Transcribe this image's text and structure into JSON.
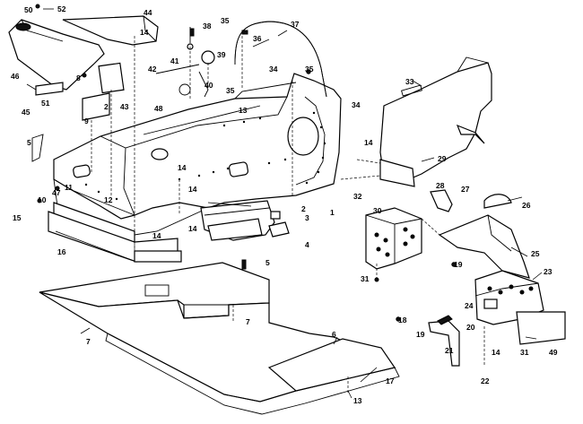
{
  "diagram": {
    "colors": {
      "line": "#000000",
      "background": "#ffffff"
    },
    "callouts": [
      {
        "id": "c50",
        "label": "50"
      },
      {
        "id": "c52",
        "label": "52"
      },
      {
        "id": "c44",
        "label": "44"
      },
      {
        "id": "c14a",
        "label": "14"
      },
      {
        "id": "c38",
        "label": "38"
      },
      {
        "id": "c35a",
        "label": "35"
      },
      {
        "id": "c36",
        "label": "36"
      },
      {
        "id": "c37",
        "label": "37"
      },
      {
        "id": "c46",
        "label": "46"
      },
      {
        "id": "c8",
        "label": "8"
      },
      {
        "id": "c42",
        "label": "42"
      },
      {
        "id": "c41",
        "label": "41"
      },
      {
        "id": "c39",
        "label": "39"
      },
      {
        "id": "c34a",
        "label": "34"
      },
      {
        "id": "c35b",
        "label": "35"
      },
      {
        "id": "c35c",
        "label": "35"
      },
      {
        "id": "c40",
        "label": "40"
      },
      {
        "id": "c33",
        "label": "33"
      },
      {
        "id": "c45",
        "label": "45"
      },
      {
        "id": "c51",
        "label": "51"
      },
      {
        "id": "c2a",
        "label": "2"
      },
      {
        "id": "c43",
        "label": "43"
      },
      {
        "id": "c48",
        "label": "48"
      },
      {
        "id": "c13a",
        "label": "13"
      },
      {
        "id": "c34b",
        "label": "34"
      },
      {
        "id": "c9",
        "label": "9"
      },
      {
        "id": "c5a",
        "label": "5"
      },
      {
        "id": "c14b",
        "label": "14"
      },
      {
        "id": "c29",
        "label": "29"
      },
      {
        "id": "c14c",
        "label": "14"
      },
      {
        "id": "c10",
        "label": "10"
      },
      {
        "id": "c47",
        "label": "47"
      },
      {
        "id": "c11",
        "label": "11"
      },
      {
        "id": "c12",
        "label": "12"
      },
      {
        "id": "c14d",
        "label": "14"
      },
      {
        "id": "c32",
        "label": "32"
      },
      {
        "id": "c28",
        "label": "28"
      },
      {
        "id": "c27",
        "label": "27"
      },
      {
        "id": "c1",
        "label": "1"
      },
      {
        "id": "c2b",
        "label": "2"
      },
      {
        "id": "c3",
        "label": "3"
      },
      {
        "id": "c30",
        "label": "30"
      },
      {
        "id": "c26",
        "label": "26"
      },
      {
        "id": "c15",
        "label": "15"
      },
      {
        "id": "c14e",
        "label": "14"
      },
      {
        "id": "c14f",
        "label": "14"
      },
      {
        "id": "c4",
        "label": "4"
      },
      {
        "id": "c16",
        "label": "16"
      },
      {
        "id": "c25",
        "label": "25"
      },
      {
        "id": "c5b",
        "label": "5"
      },
      {
        "id": "c19a",
        "label": "19"
      },
      {
        "id": "c31a",
        "label": "31"
      },
      {
        "id": "c23",
        "label": "23"
      },
      {
        "id": "c24",
        "label": "24"
      },
      {
        "id": "c7a",
        "label": "7"
      },
      {
        "id": "c18",
        "label": "18"
      },
      {
        "id": "c19b",
        "label": "19"
      },
      {
        "id": "c20",
        "label": "20"
      },
      {
        "id": "c7b",
        "label": "7"
      },
      {
        "id": "c6",
        "label": "6"
      },
      {
        "id": "c21",
        "label": "21"
      },
      {
        "id": "c14g",
        "label": "14"
      },
      {
        "id": "c31b",
        "label": "31"
      },
      {
        "id": "c49",
        "label": "49"
      },
      {
        "id": "c22",
        "label": "22"
      },
      {
        "id": "c17",
        "label": "17"
      },
      {
        "id": "c13b",
        "label": "13"
      }
    ]
  }
}
